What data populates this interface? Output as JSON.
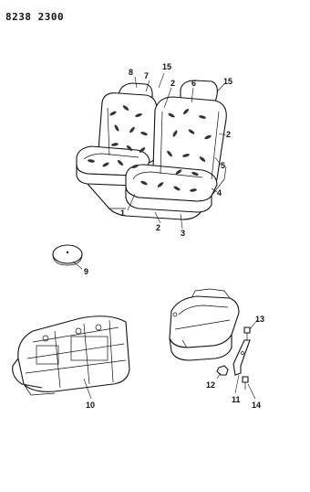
{
  "diagram_code": "8238 2300",
  "callouts": {
    "c1": "1",
    "c2a": "2",
    "c2b": "2",
    "c2c": "2",
    "c3": "3",
    "c4": "4",
    "c5": "5",
    "c6": "6",
    "c7": "7",
    "c8": "8",
    "c9": "9",
    "c10": "10",
    "c11": "11",
    "c12": "12",
    "c13": "13",
    "c14": "14",
    "c15a": "15",
    "c15b": "15"
  }
}
